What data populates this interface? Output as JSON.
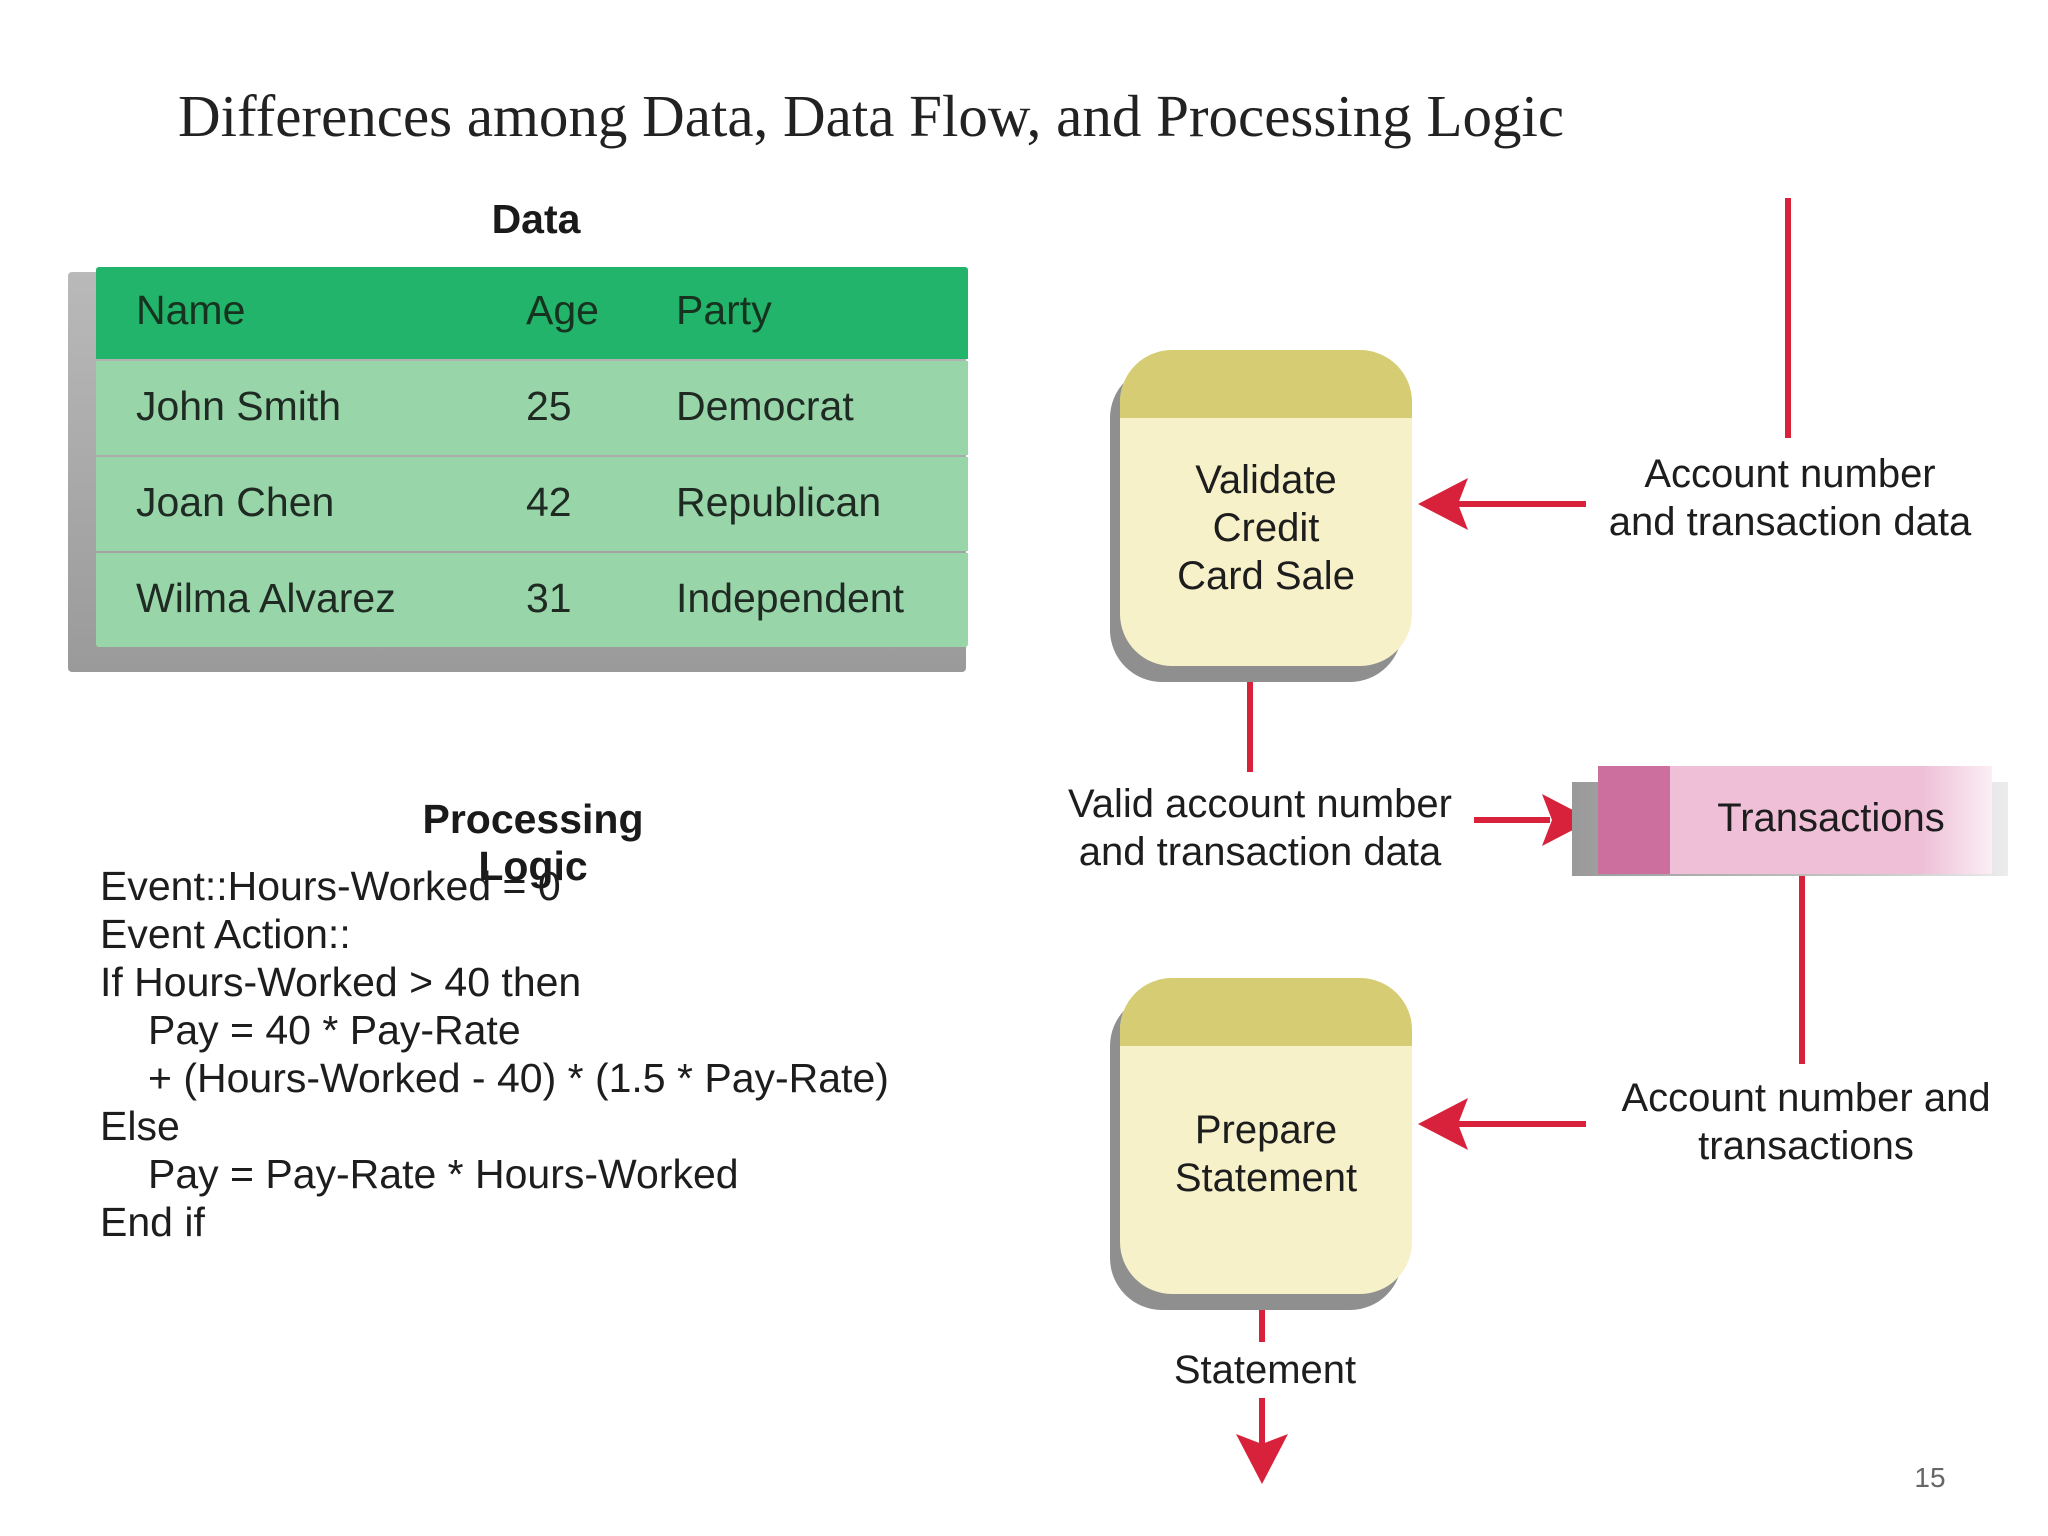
{
  "title": "Differences among Data, Data Flow, and Processing Logic",
  "data_section": {
    "heading": "Data",
    "columns": [
      "Name",
      "Age",
      "Party"
    ],
    "rows": [
      [
        "John Smith",
        "25",
        "Democrat"
      ],
      [
        "Joan Chen",
        "42",
        "Republican"
      ],
      [
        "Wilma Alvarez",
        "31",
        "Independent"
      ]
    ]
  },
  "processing_logic": {
    "heading": "Processing Logic",
    "lines": [
      "Event::Hours-Worked = 0",
      "Event Action::",
      "If Hours-Worked > 40 then",
      "Pay = 40 * Pay-Rate",
      "+ (Hours-Worked - 40) * (1.5 * Pay-Rate)",
      "Else",
      "Pay = Pay-Rate * Hours-Worked",
      "End if"
    ]
  },
  "flow": {
    "process_validate": [
      "Validate",
      "Credit",
      "Card Sale"
    ],
    "process_prepare": [
      "Prepare",
      "Statement"
    ],
    "data_store": "Transactions",
    "label_account_in": [
      "Account number",
      "and transaction data"
    ],
    "label_valid": [
      "Valid account number",
      "and transaction data"
    ],
    "label_account_transactions": [
      "Account number and",
      "transactions"
    ],
    "label_statement": "Statement"
  },
  "colors": {
    "flow_arrow": "#d8213a",
    "table_header": "#22b46a",
    "table_body": "#98d6aa",
    "process_fill": "#f6f1c9",
    "process_band": "#d6cc73",
    "store_fill": "#eebfd6",
    "store_tab": "#cd6f9e"
  },
  "page_number": "15"
}
